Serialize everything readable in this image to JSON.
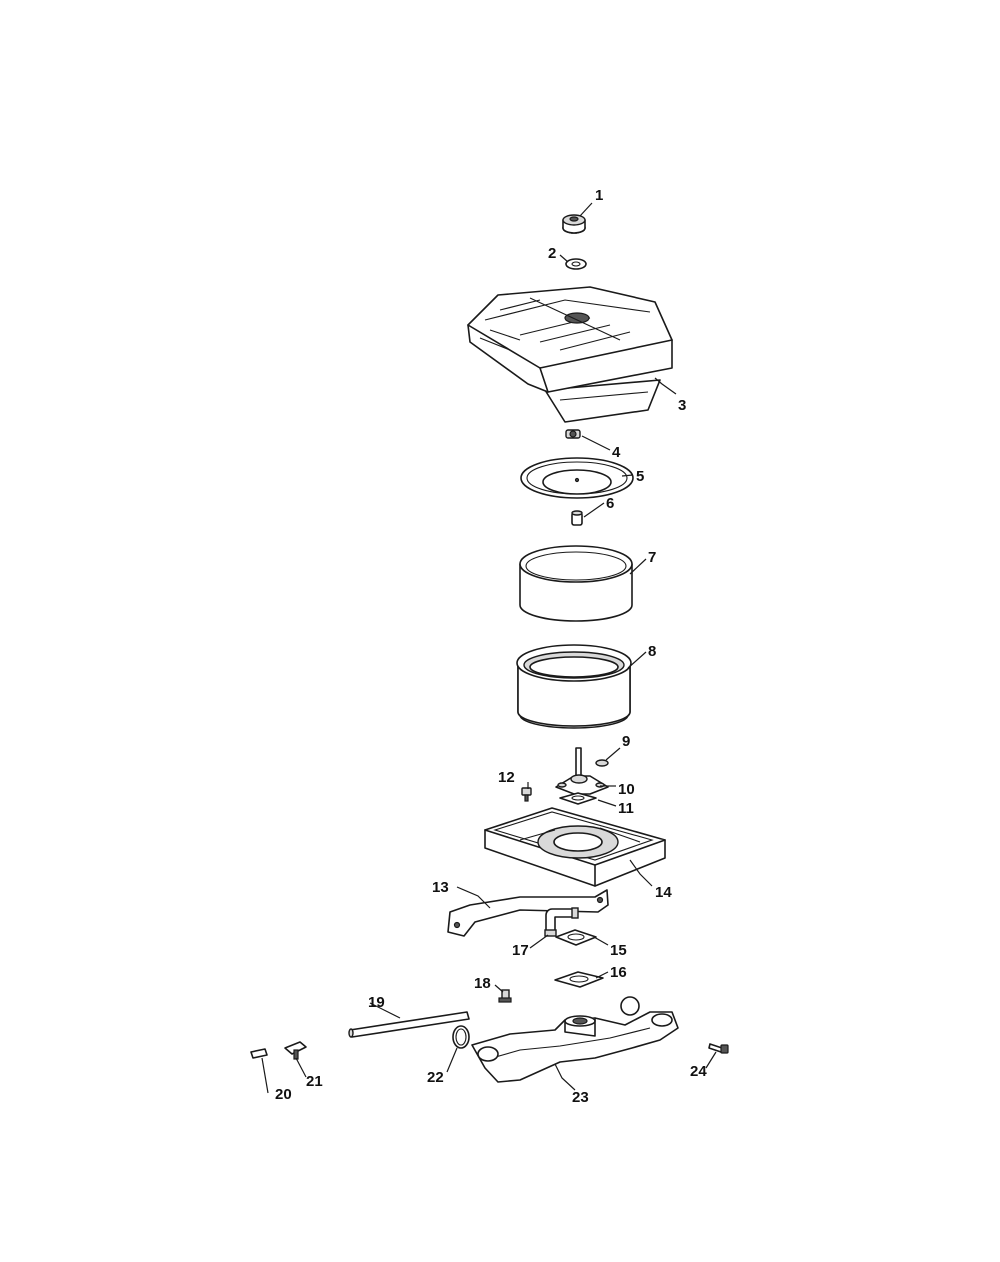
{
  "callouts": [
    "1",
    "2",
    "3",
    "4",
    "5",
    "6",
    "7",
    "8",
    "9",
    "10",
    "11",
    "12",
    "13",
    "14",
    "15",
    "16",
    "17",
    "18",
    "19",
    "20",
    "21",
    "22",
    "23",
    "24"
  ]
}
